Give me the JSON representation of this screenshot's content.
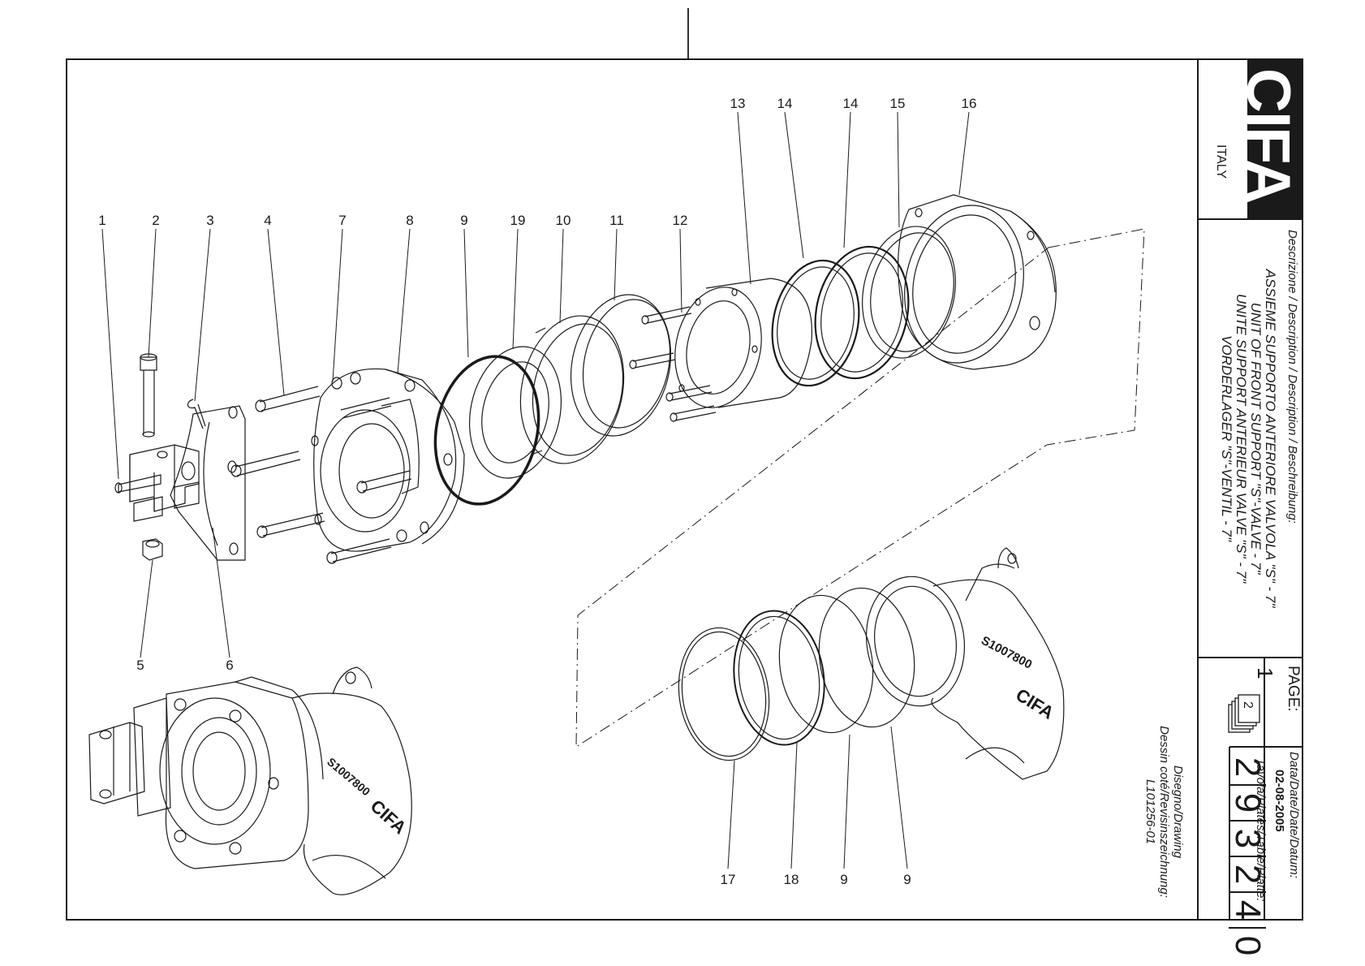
{
  "title_block": {
    "logo": "CIFA",
    "country": "ITALY",
    "description_label": "Descrizione / Description / Description / Beschreibung:",
    "description_lines": [
      "ASSIEME SUPPORTO ANTERIORE VALVOLA \"S\" - 7\"",
      "UNIT OF FRONT SUPPORT \"S\"-VALVE - 7\"",
      "UNITE SUPPORT ANTERIEUR VALVE \"S\" - 7\"",
      "VORDERLAGER \"S\"-VENTIL - 7\""
    ],
    "page_label": "PAGE:",
    "page_number": "1",
    "page_icon_number": "2",
    "date_label": "Data/Date/Date/Datum:",
    "date_value": "02-08-2005",
    "plates_label": "Tavola/Plates/Table/Platte:",
    "plate_digits": [
      "2",
      "9",
      "3",
      "2",
      "4",
      "0"
    ],
    "drawing_label_1": "Disegno/Drawing",
    "drawing_label_2": "Dessin coté/Revisinszeichnung:",
    "drawing_code": "L101256-01"
  },
  "part_callouts": [
    "1",
    "2",
    "3",
    "4",
    "7",
    "8",
    "9",
    "19",
    "10",
    "11",
    "12",
    "13",
    "14",
    "14",
    "15",
    "16",
    "5",
    "6",
    "17",
    "18",
    "9",
    "9"
  ],
  "casting_marking": "S1007800",
  "casting_logo": "CIFA",
  "colors": {
    "line": "#1a1a1a",
    "paper": "#ffffff",
    "logo_bg": "#1a1a1a"
  }
}
